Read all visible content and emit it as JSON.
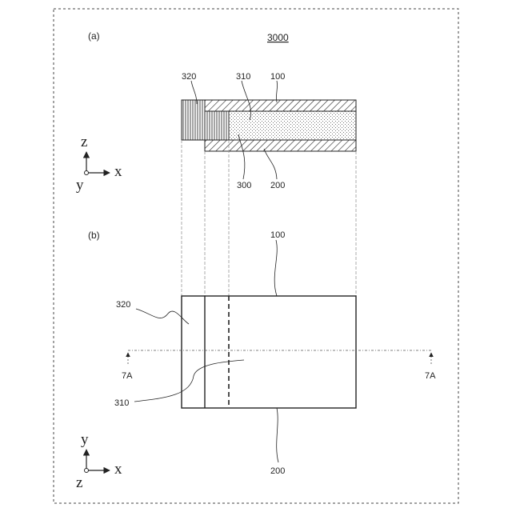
{
  "figure": {
    "title": "3000",
    "panel_a": {
      "label": "(a)",
      "refs": {
        "r320": "320",
        "r310": "310",
        "r100": "100",
        "r300": "300",
        "r200": "200"
      }
    },
    "panel_b": {
      "label": "(b)",
      "refs": {
        "r100": "100",
        "r320": "320",
        "r310": "310",
        "r200": "200"
      },
      "section_left": "7A",
      "section_right": "7A"
    },
    "axes_a": {
      "vertical": "z",
      "horizontal": "x",
      "out_of_plane": "y"
    },
    "axes_b": {
      "vertical": "y",
      "horizontal": "x",
      "out_of_plane": "z"
    }
  }
}
